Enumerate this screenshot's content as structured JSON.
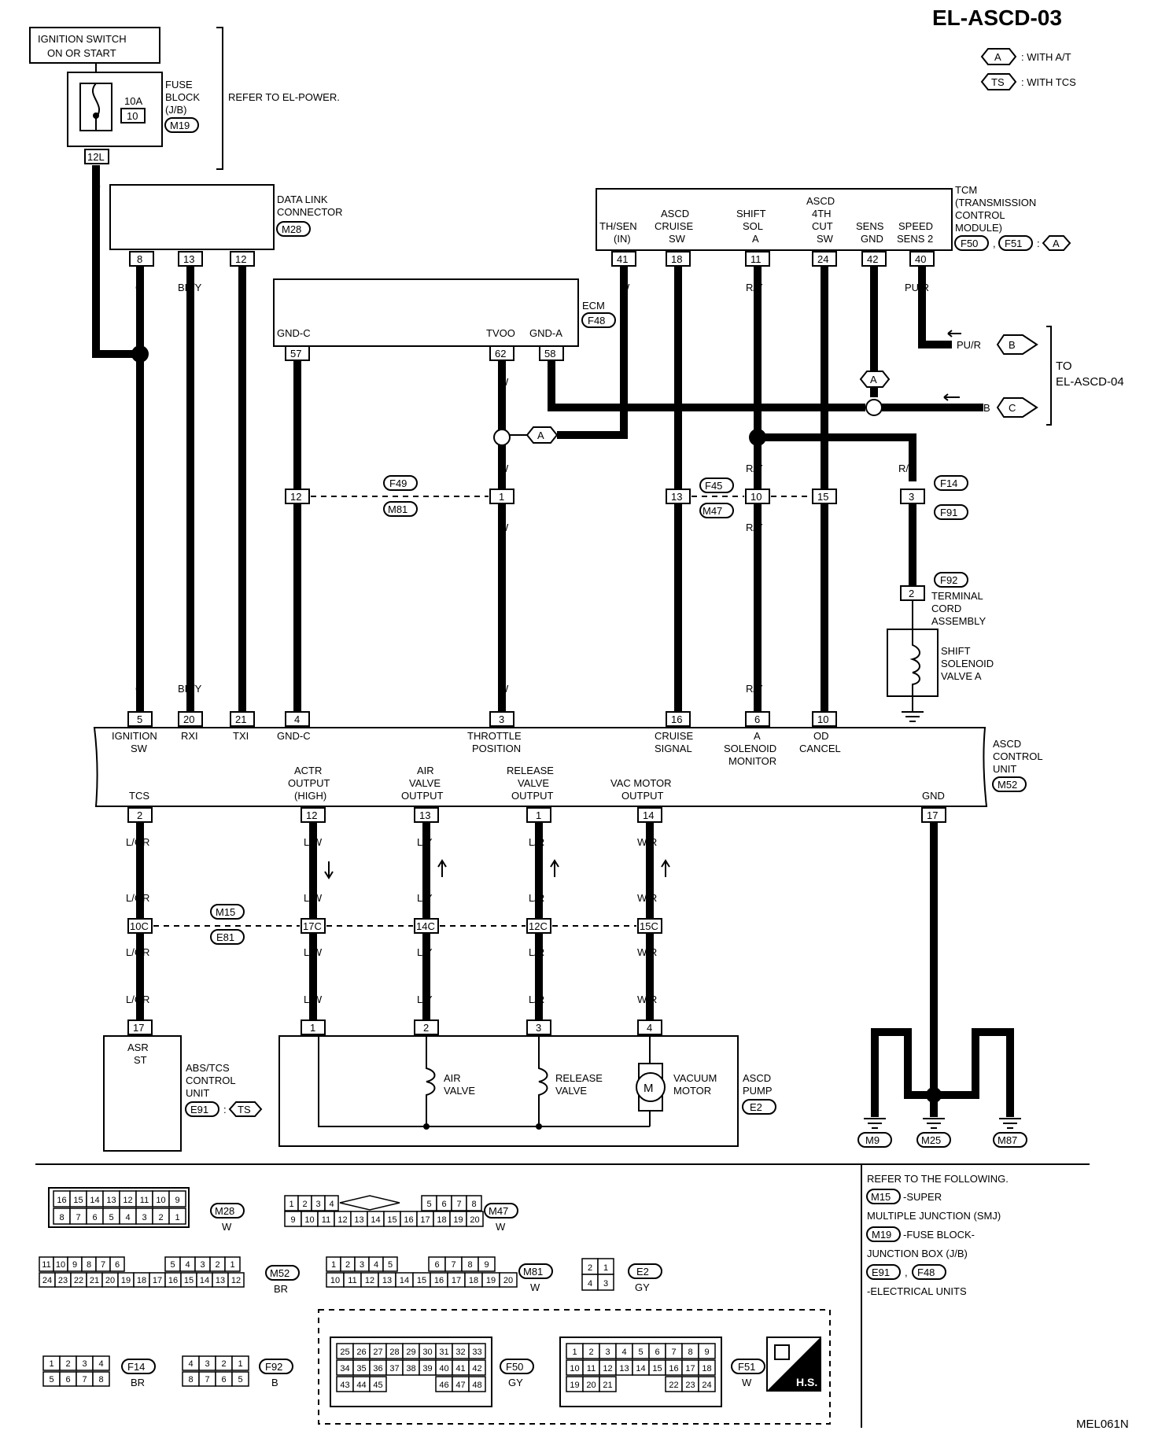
{
  "page_id": "EL-ASCD-03",
  "figure_code": "MEL061N",
  "legend": {
    "with_at": {
      "badge": "A",
      "text": ": WITH A/T"
    },
    "with_tcs": {
      "badge": "TS",
      "text": ": WITH TCS"
    }
  },
  "power": {
    "ignition_label": [
      "IGNITION SWITCH",
      "ON OR START"
    ],
    "fuse_amp": "10A",
    "fuse_num": "10",
    "fuse_block_label": [
      "FUSE",
      "BLOCK",
      "(J/B)"
    ],
    "fuse_block_conn": "M19",
    "fuse_terminal": "12L",
    "refer_text": "REFER TO EL-POWER.",
    "wire_color": "G"
  },
  "data_link": {
    "label": [
      "DATA LINK",
      "CONNECTOR"
    ],
    "conn": "M28",
    "pins": [
      "8",
      "13",
      "12"
    ],
    "colors": [
      "G",
      "BR/Y",
      "P"
    ]
  },
  "tcm": {
    "label": [
      "TCM",
      "(TRANSMISSION",
      "CONTROL",
      "MODULE)"
    ],
    "conn1": "F50",
    "conn2": "F51",
    "at_badge": "A",
    "columns": [
      {
        "name": [
          "TH/SEN",
          "(IN)"
        ],
        "pin": "41",
        "color": "W"
      },
      {
        "name": [
          "ASCD",
          "CRUISE",
          "SW"
        ],
        "pin": "18",
        "color": "Y"
      },
      {
        "name": [
          "SHIFT",
          "SOL",
          "A"
        ],
        "pin": "11",
        "color": "R/Y"
      },
      {
        "name": [
          "ASCD",
          "4TH",
          "CUT",
          "SW"
        ],
        "pin": "24",
        "color": "L"
      },
      {
        "name": [
          "SENS",
          "GND"
        ],
        "pin": "42",
        "color": "B"
      },
      {
        "name": [
          "SPEED",
          "SENS 2"
        ],
        "pin": "40",
        "color": "PU/R"
      }
    ]
  },
  "ecm": {
    "label": "ECM",
    "conn": "F48",
    "pins": [
      {
        "name": "GND-C",
        "pin": "57",
        "color": "B"
      },
      {
        "name": "TVOO",
        "pin": "62",
        "color": "W"
      },
      {
        "name": "GND-A",
        "pin": "58",
        "color": "B"
      }
    ]
  },
  "to_ascd04": {
    "label": [
      "TO",
      "EL-ASCD-04"
    ],
    "b_color": "PU/R",
    "b_badge": "B",
    "c_color": "B",
    "c_badge": "C",
    "a_badge": "A"
  },
  "junctions": {
    "f49_m81": {
      "c1": "F49",
      "c2": "M81",
      "pins": [
        "12",
        "1"
      ]
    },
    "f45_m47": {
      "c1": "F45",
      "c2": "M47",
      "pins": [
        "13",
        "10",
        "15"
      ]
    },
    "f14_f91": {
      "c1": "F14",
      "c2": "F91",
      "pin": "3",
      "color_in": "R/Y",
      "color_out": "R"
    }
  },
  "shift_solenoid": {
    "term_conn": "F92",
    "term_pin": "2",
    "term_label": [
      "TERMINAL",
      "CORD",
      "ASSEMBLY"
    ],
    "label": [
      "SHIFT",
      "SOLENOID",
      "VALVE A"
    ]
  },
  "ascd_unit": {
    "label": [
      "ASCD",
      "CONTROL",
      "UNIT"
    ],
    "conn": "M52",
    "top_pins": [
      {
        "pin": "5",
        "color": "G",
        "name": [
          "IGNITION",
          "SW"
        ]
      },
      {
        "pin": "20",
        "color": "BR/Y",
        "name": [
          "RXI"
        ]
      },
      {
        "pin": "21",
        "color": "P",
        "name": [
          "TXI"
        ]
      },
      {
        "pin": "4",
        "color": "B",
        "name": [
          "GND-C"
        ]
      },
      {
        "pin": "3",
        "color": "W",
        "name": [
          "THROTTLE",
          "POSITION"
        ]
      },
      {
        "pin": "16",
        "color": "Y",
        "name": [
          "CRUISE",
          "SIGNAL"
        ]
      },
      {
        "pin": "6",
        "color": "R/Y",
        "name": [
          "A",
          "SOLENOID",
          "MONITOR"
        ]
      },
      {
        "pin": "10",
        "color": "L",
        "name": [
          "OD",
          "CANCEL"
        ]
      }
    ],
    "bottom_pins": [
      {
        "pin": "2",
        "name": [
          "TCS"
        ],
        "color": "L/OR",
        "jpin": "10C"
      },
      {
        "pin": "12",
        "name": [
          "ACTR",
          "OUTPUT",
          "(HIGH)"
        ],
        "color": "L/W",
        "jpin": "17C"
      },
      {
        "pin": "13",
        "name": [
          "AIR",
          "VALVE",
          "OUTPUT"
        ],
        "color": "L/Y",
        "jpin": "14C"
      },
      {
        "pin": "1",
        "name": [
          "RELEASE",
          "VALVE",
          "OUTPUT"
        ],
        "color": "L/R",
        "jpin": "12C"
      },
      {
        "pin": "14",
        "name": [
          "VAC MOTOR",
          "OUTPUT"
        ],
        "color": "W/R",
        "jpin": "15C"
      },
      {
        "pin": "17",
        "name": [
          "GND"
        ],
        "color": "B"
      }
    ]
  },
  "m15_e81": {
    "c1": "M15",
    "c2": "E81"
  },
  "abs_tcs": {
    "pin": "17",
    "inner": [
      "ASR",
      "ST"
    ],
    "label": [
      "ABS/TCS",
      "CONTROL",
      "UNIT"
    ],
    "conn": "E91",
    "tcs_badge": "TS"
  },
  "ascd_pump": {
    "label": [
      "ASCD",
      "PUMP"
    ],
    "conn": "E2",
    "pins": [
      "1",
      "2",
      "3",
      "4"
    ],
    "parts": [
      [
        "AIR",
        "VALVE"
      ],
      [
        "RELEASE",
        "VALVE"
      ],
      [
        "VACUUM",
        "MOTOR"
      ]
    ],
    "motor_symbol": "M"
  },
  "grounds": {
    "colors": [
      "B",
      "B",
      "B",
      "B",
      "B"
    ],
    "conns": [
      "M9",
      "M25",
      "M87"
    ]
  },
  "connector_views": {
    "m28": {
      "name": "M28",
      "color": "W",
      "row1": [
        "16",
        "15",
        "14",
        "13",
        "12",
        "11",
        "10",
        "9"
      ],
      "row2": [
        "8",
        "7",
        "6",
        "5",
        "4",
        "3",
        "2",
        "1"
      ]
    },
    "m47": {
      "name": "M47",
      "color": "W",
      "row1a": [
        "1",
        "2",
        "3",
        "4"
      ],
      "row1b": [
        "5",
        "6",
        "7",
        "8"
      ],
      "row2": [
        "9",
        "10",
        "11",
        "12",
        "13",
        "14",
        "15",
        "16",
        "17",
        "18",
        "19",
        "20"
      ]
    },
    "m52": {
      "name": "M52",
      "color": "BR",
      "row1a": [
        "11",
        "10",
        "9",
        "8",
        "7",
        "6"
      ],
      "row1b": [
        "5",
        "4",
        "3",
        "2",
        "1"
      ],
      "row2": [
        "24",
        "23",
        "22",
        "21",
        "20",
        "19",
        "18",
        "17",
        "16",
        "15",
        "14",
        "13",
        "12"
      ]
    },
    "m81": {
      "name": "M81",
      "color": "W",
      "row1a": [
        "1",
        "2",
        "3",
        "4",
        "5"
      ],
      "row1b": [
        "6",
        "7",
        "8",
        "9"
      ],
      "row2": [
        "10",
        "11",
        "12",
        "13",
        "14",
        "15",
        "16",
        "17",
        "18",
        "19",
        "20"
      ]
    },
    "e2": {
      "name": "E2",
      "color": "GY",
      "pins": [
        "2",
        "1",
        "4",
        "3"
      ]
    },
    "f14": {
      "name": "F14",
      "color": "BR",
      "row1": [
        "1",
        "2",
        "3",
        "4"
      ],
      "row2": [
        "5",
        "6",
        "7",
        "8"
      ]
    },
    "f92": {
      "name": "F92",
      "color": "B",
      "row1": [
        "4",
        "3",
        "2",
        "1"
      ],
      "row2": [
        "8",
        "7",
        "6",
        "5"
      ]
    },
    "f50": {
      "name": "F50",
      "color": "GY",
      "row1": [
        "25",
        "26",
        "27",
        "28",
        "29",
        "30",
        "31",
        "32",
        "33"
      ],
      "row2": [
        "34",
        "35",
        "36",
        "37",
        "38",
        "39",
        "40",
        "41",
        "42"
      ],
      "row3a": [
        "43",
        "44",
        "45"
      ],
      "row3b": [
        "46",
        "47",
        "48"
      ]
    },
    "f51": {
      "name": "F51",
      "color": "W",
      "row1": [
        "1",
        "2",
        "3",
        "4",
        "5",
        "6",
        "7",
        "8",
        "9"
      ],
      "row2": [
        "10",
        "11",
        "12",
        "13",
        "14",
        "15",
        "16",
        "17",
        "18"
      ],
      "row3a": [
        "19",
        "20",
        "21"
      ],
      "row3b": [
        "22",
        "23",
        "24"
      ]
    },
    "hs": "H.S."
  },
  "refer_note": {
    "title": "REFER TO THE FOLLOWING.",
    "items": [
      {
        "conn": "M15",
        "text": "-SUPER"
      },
      {
        "text": "MULTIPLE JUNCTION (SMJ)"
      },
      {
        "conn": "M19",
        "text": "-FUSE BLOCK-"
      },
      {
        "text": "JUNCTION BOX (J/B)"
      },
      {
        "conn": "E91",
        "conn2": "F48",
        "sep": ","
      },
      {
        "text": "-ELECTRICAL UNITS"
      }
    ]
  }
}
